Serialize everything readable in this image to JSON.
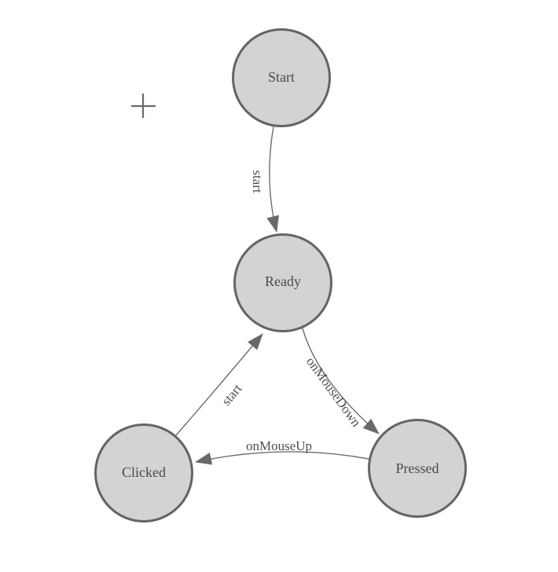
{
  "colors": {
    "background": "#ffffff",
    "node_fill": "#d3d3d3",
    "node_border": "#646464",
    "edge": "#6e6e6e",
    "arrow": "#696969",
    "node_text": "#4a4a4a",
    "edge_text": "#4d4f55",
    "cursor": "#6a6a6a"
  },
  "nodes": [
    {
      "id": "start",
      "label": "Start"
    },
    {
      "id": "ready",
      "label": "Ready"
    },
    {
      "id": "clicked",
      "label": "Clicked"
    },
    {
      "id": "pressed",
      "label": "Pressed"
    }
  ],
  "edges": [
    {
      "from": "Start",
      "to": "Ready",
      "label": "start"
    },
    {
      "from": "Clicked",
      "to": "Ready",
      "label": "start"
    },
    {
      "from": "Ready",
      "to": "Pressed",
      "label": "onMouseDown"
    },
    {
      "from": "Pressed",
      "to": "Clicked",
      "label": "onMouseUp"
    }
  ],
  "cursor": {
    "symbol": "+"
  }
}
